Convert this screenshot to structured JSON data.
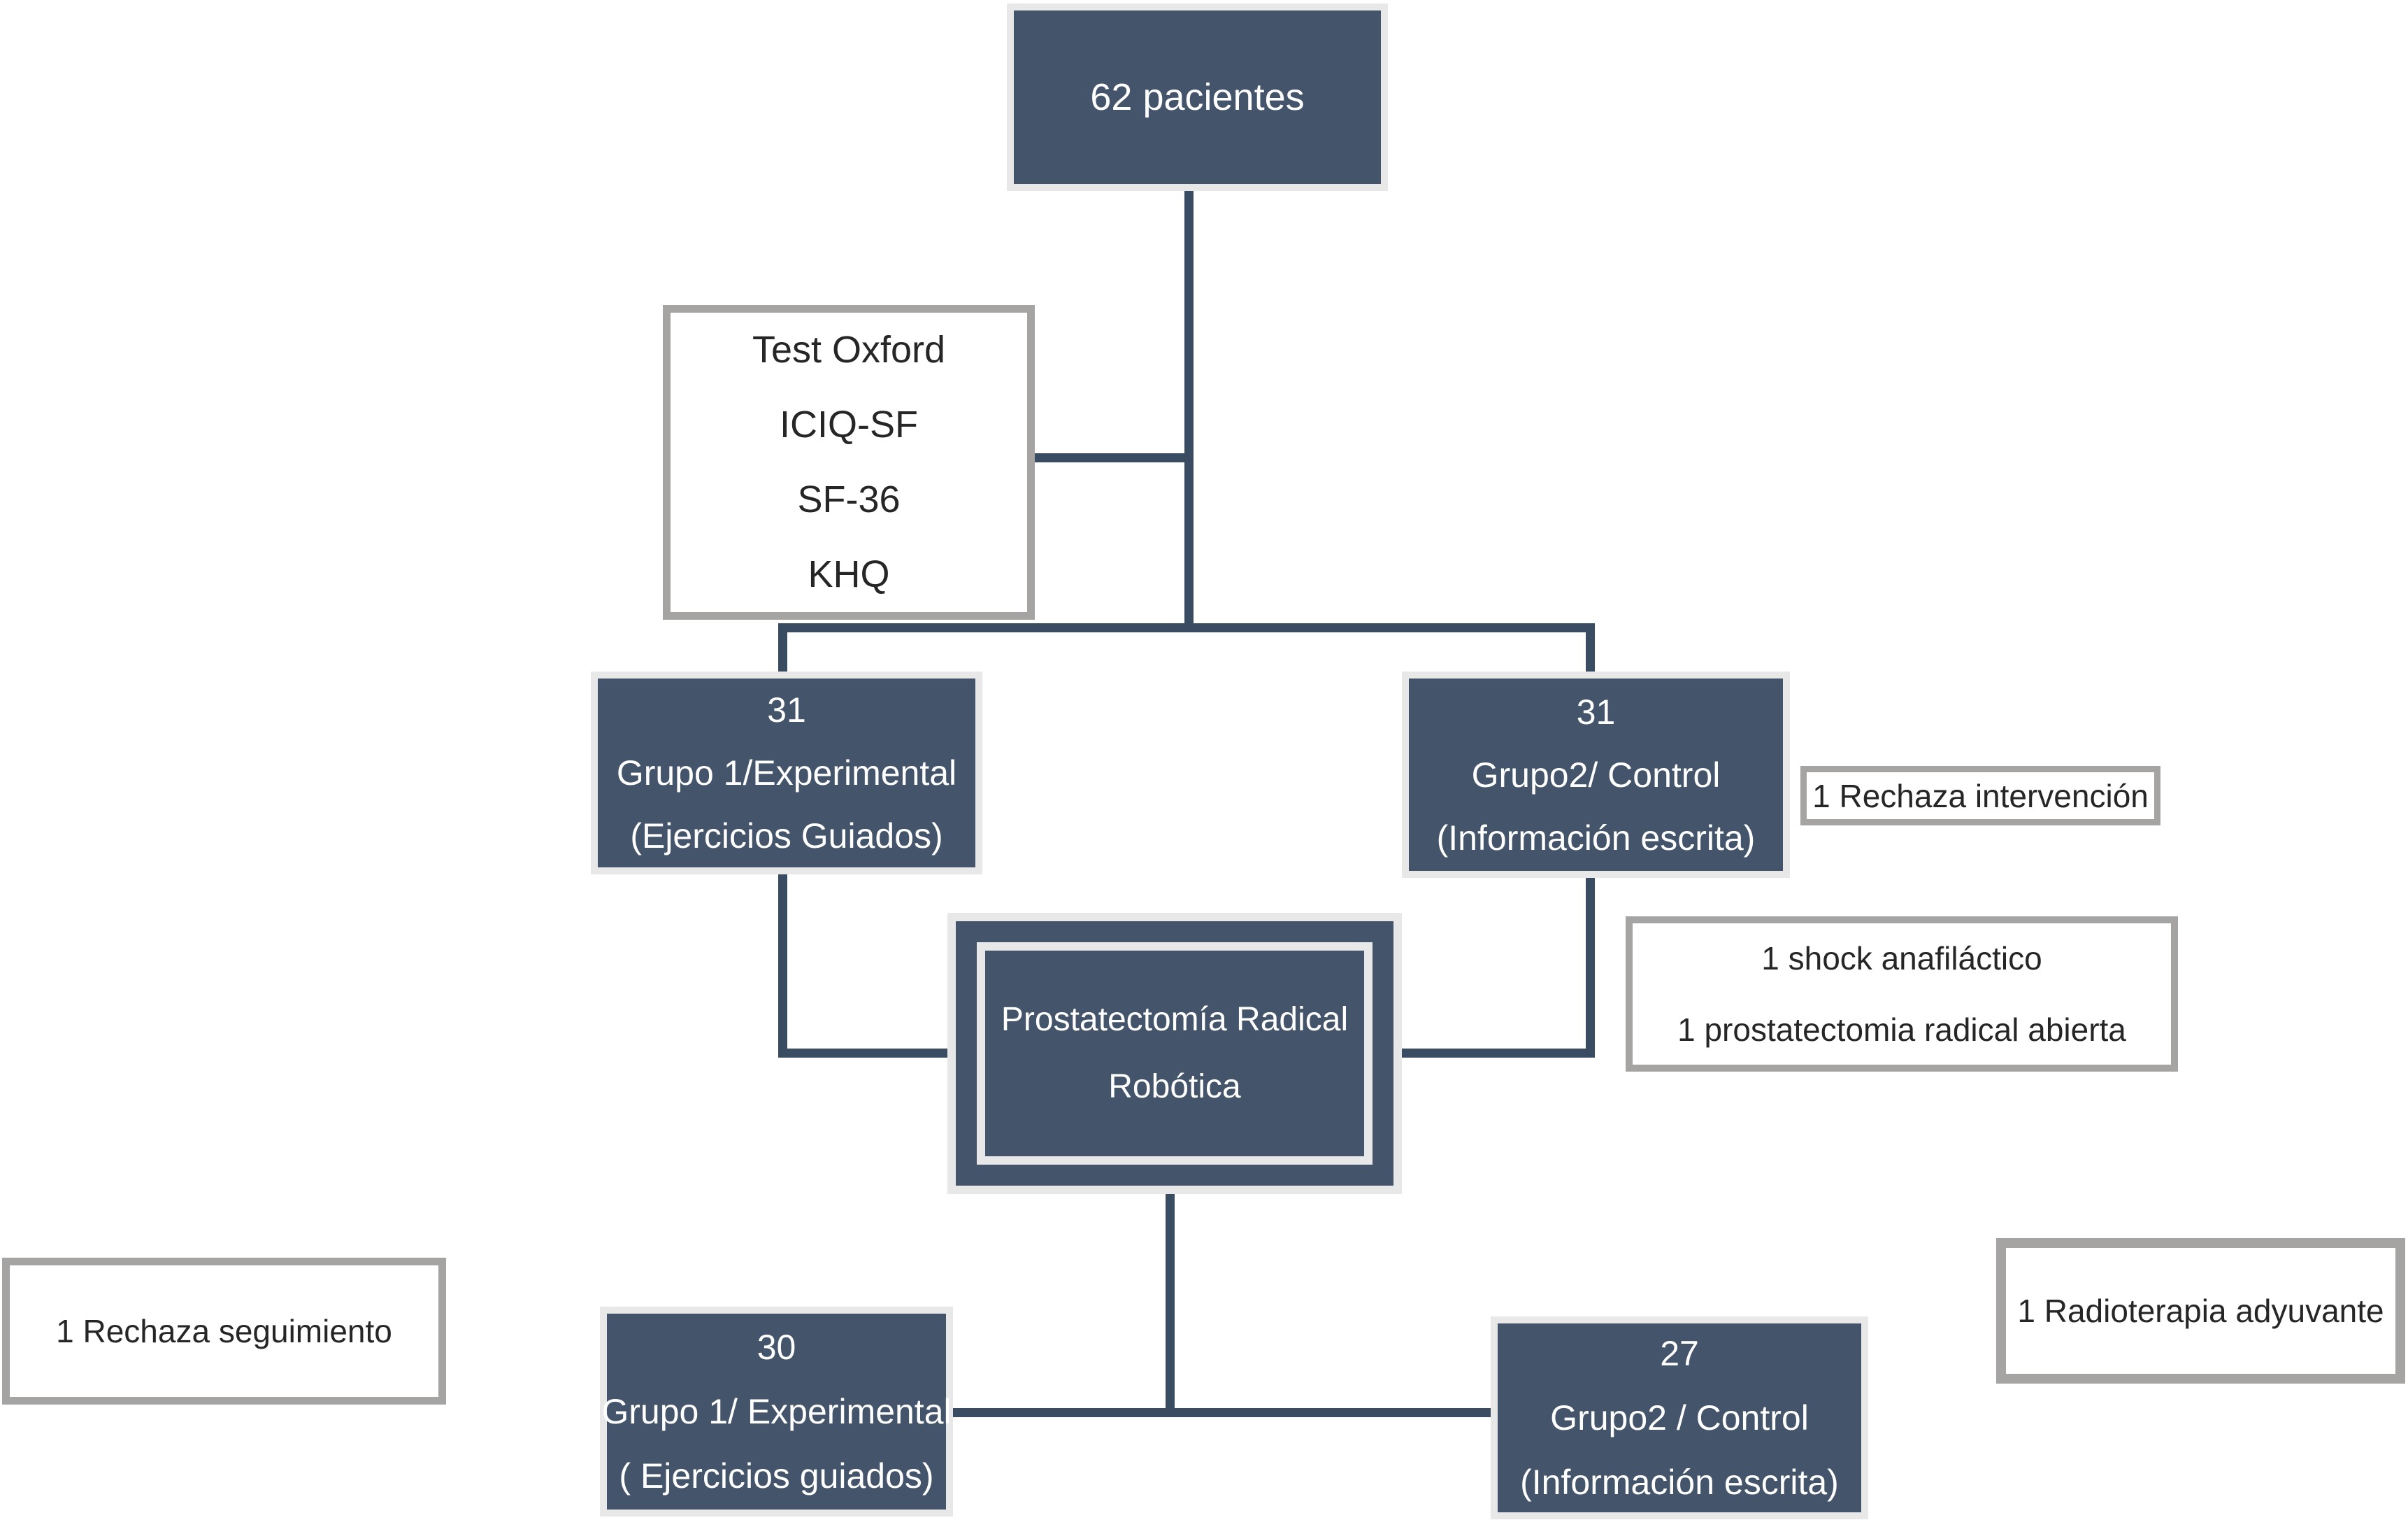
{
  "diagram": {
    "type": "flowchart",
    "language": "es",
    "colors": {
      "dark_fill": "#44546a",
      "light_frame": "#e8e8e9",
      "outline_border": "#a6a3a3",
      "connector_line": "#3a4c61",
      "text_on_dark": "#ffffff",
      "text_on_light": "#262626",
      "background": "#ffffff"
    },
    "nodes": {
      "patients": {
        "style": "dark",
        "lines": [
          "62 pacientes"
        ]
      },
      "tests": {
        "style": "outline",
        "lines": [
          "Test Oxford",
          "ICIQ-SF",
          "SF-36",
          "KHQ"
        ]
      },
      "group1_initial": {
        "style": "dark",
        "lines": [
          "31",
          "Grupo 1/Experimental",
          "(Ejercicios Guiados)"
        ]
      },
      "group2_initial": {
        "style": "dark",
        "lines": [
          "31",
          "Grupo2/ Control",
          "(Información escrita)"
        ]
      },
      "rechaza_intervencion": {
        "style": "outline",
        "lines": [
          "1 Rechaza intervención"
        ]
      },
      "surgery": {
        "style": "dark-double-frame",
        "lines": [
          "Prostatectomía Radical",
          "Robótica"
        ]
      },
      "exclusiones_control": {
        "style": "outline",
        "lines": [
          "1 shock anafiláctico",
          "1 prostatectomia radical abierta"
        ]
      },
      "rechaza_seguimiento": {
        "style": "outline",
        "lines": [
          "1 Rechaza seguimiento"
        ]
      },
      "group1_final": {
        "style": "dark",
        "lines": [
          "30",
          "Grupo 1/ Experimental",
          "( Ejercicios guiados)"
        ]
      },
      "group2_final": {
        "style": "dark",
        "lines": [
          "27",
          "Grupo2 / Control",
          "(Información escrita)"
        ]
      },
      "radioterapia": {
        "style": "outline",
        "lines": [
          "1 Radioterapia adyuvante"
        ]
      }
    }
  }
}
